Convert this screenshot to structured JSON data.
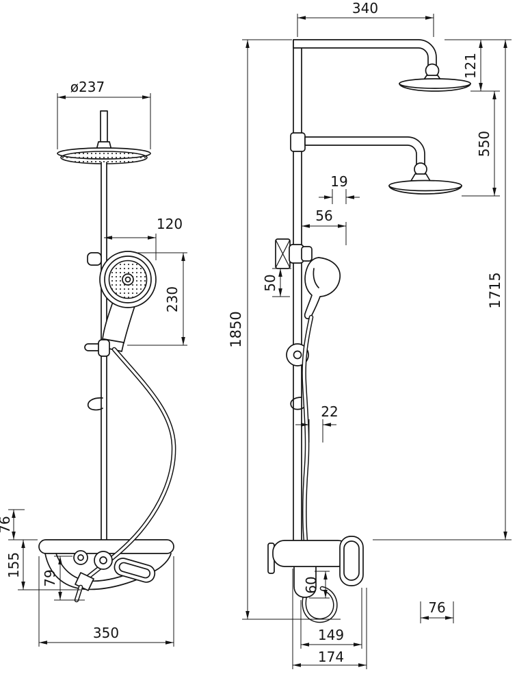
{
  "drawing": {
    "front_view": {
      "head_diameter": "ø237",
      "hand_shower_offset": "120",
      "hand_shower_drop": "230",
      "clip_above_shelf": "76",
      "shelf_section_height": "155",
      "below_shelf_drop": "79",
      "shelf_width": "350"
    },
    "side_view": {
      "top_arm_reach": "340",
      "top_head_drop": "121",
      "head_spacing": "550",
      "pipe_offset": "19",
      "holder_reach": "56",
      "holder_drop": "50",
      "overall_height": "1850",
      "riser_height": "1715",
      "hose_offset": "22",
      "spout_height": "60",
      "handle_clearance": "76",
      "body_depth": "149",
      "overall_depth": "174"
    }
  }
}
